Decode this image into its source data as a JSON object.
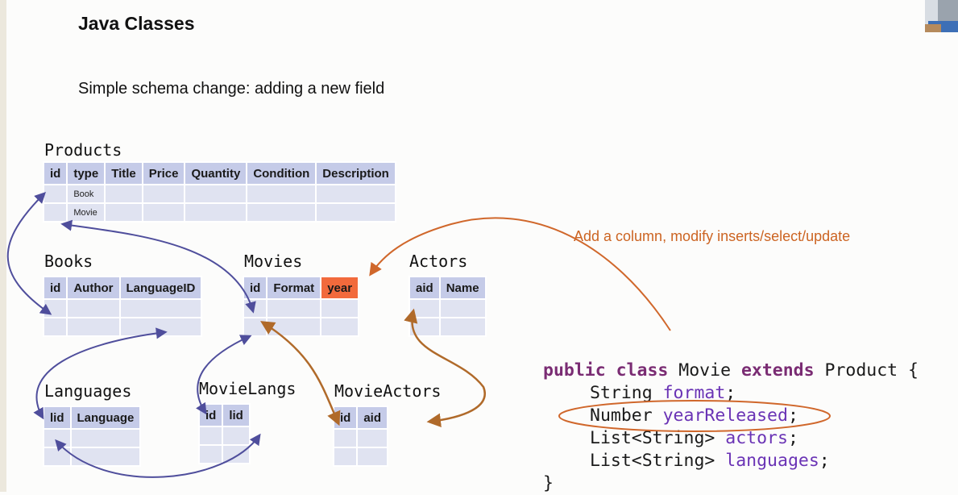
{
  "slide": {
    "title": "Java Classes",
    "subtitle": "Simple schema change: adding a new field"
  },
  "tables": {
    "products": {
      "name": "Products",
      "columns": [
        "id",
        "type",
        "Title",
        "Price",
        "Quantity",
        "Condition",
        "Description"
      ],
      "rows": [
        [
          "",
          "Book",
          "",
          "",
          "",
          "",
          ""
        ],
        [
          "",
          "Movie",
          "",
          "",
          "",
          "",
          ""
        ]
      ]
    },
    "books": {
      "name": "Books",
      "columns": [
        "id",
        "Author",
        "LanguageID"
      ],
      "rows": [
        [
          "",
          "",
          ""
        ],
        [
          "",
          "",
          ""
        ]
      ]
    },
    "movies": {
      "name": "Movies",
      "columns": [
        "id",
        "Format",
        "year"
      ],
      "highlight_column": "year",
      "highlight_color": "#f26a3c",
      "rows": [
        [
          "",
          "",
          ""
        ],
        [
          "",
          "",
          ""
        ]
      ]
    },
    "actors": {
      "name": "Actors",
      "columns": [
        "aid",
        "Name"
      ],
      "rows": [
        [
          "",
          ""
        ],
        [
          "",
          ""
        ]
      ]
    },
    "languages": {
      "name": "Languages",
      "columns": [
        "lid",
        "Language"
      ],
      "rows": [
        [
          "",
          ""
        ],
        [
          "",
          ""
        ]
      ]
    },
    "movielangs": {
      "name": "MovieLangs",
      "columns": [
        "id",
        "lid"
      ],
      "rows": [
        [
          "",
          ""
        ],
        [
          "",
          ""
        ]
      ]
    },
    "movieactors": {
      "name": "MovieActors",
      "columns": [
        "id",
        "aid"
      ],
      "rows": [
        [
          "",
          ""
        ],
        [
          "",
          ""
        ]
      ]
    }
  },
  "annotation": {
    "text": "Add a column, modify inserts/select/update",
    "color": "#cc6422"
  },
  "code": {
    "line1": {
      "kw1": "public class",
      "mid": " Movie ",
      "kw2": "extends",
      "end": " Product {"
    },
    "line2": {
      "type": "String ",
      "field": "format",
      "end": ";"
    },
    "line3": {
      "type": "Number ",
      "field": "yearReleased",
      "end": ";"
    },
    "line4": {
      "type": "List<String> ",
      "field": "actors",
      "end": ";"
    },
    "line5": {
      "type": "List<String> ",
      "field": "languages",
      "end": ";"
    },
    "line6": "}"
  },
  "colors": {
    "header_fill": "#c5cbe8",
    "row_fill": "#e0e3f1",
    "fk_arrow": "#4f4e9c",
    "movie_arrow": "#b06a2a",
    "annotation_arrow": "#d0672b",
    "keyword": "#7a2c73",
    "field": "#6a33b5"
  }
}
